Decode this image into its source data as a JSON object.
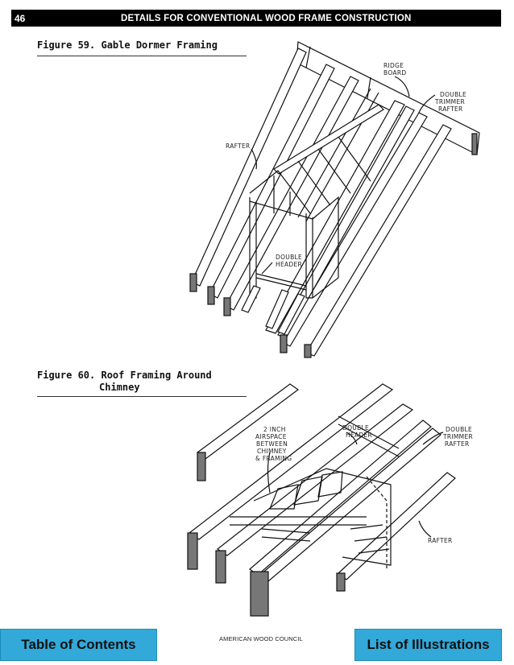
{
  "header": {
    "page_number": "46",
    "title": "DETAILS FOR CONVENTIONAL WOOD FRAME CONSTRUCTION"
  },
  "figure59": {
    "caption": "Figure 59.  Gable Dormer Framing",
    "labels": {
      "ridge_board_1": "RIDGE",
      "ridge_board_2": "BOARD",
      "double_trimmer_1": "DOUBLE",
      "double_trimmer_2": "TRIMMER",
      "double_trimmer_3": "RAFTER",
      "rafter": "RAFTER",
      "double_header_1": "DOUBLE",
      "double_header_2": "HEADER"
    }
  },
  "figure60": {
    "caption_line1": "Figure 60.  Roof Framing Around",
    "caption_line2": "Chimney",
    "labels": {
      "airspace_1": "2 INCH",
      "airspace_2": "AIRSPACE",
      "airspace_3": "BETWEEN",
      "airspace_4": "CHIMNEY",
      "airspace_5": "& FRAMING",
      "double_header_1": "DOUBLE",
      "double_header_2": "HEADER",
      "double_trimmer_1": "DOUBLE",
      "double_trimmer_2": "TRIMMER",
      "double_trimmer_3": "RAFTER",
      "rafter": "RAFTER"
    }
  },
  "footer": {
    "publisher": "AMERICAN WOOD COUNCIL",
    "toc_button": "Table of Contents",
    "illustrations_button": "List of Illustrations"
  }
}
